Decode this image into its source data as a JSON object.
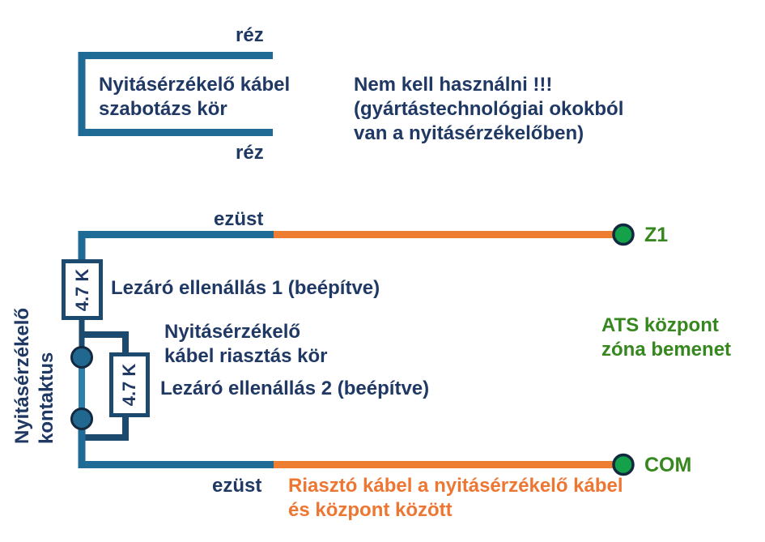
{
  "colors": {
    "navy_text": "#1F3864",
    "wire_teal": "#1F6B96",
    "wire_navy": "#1B4A6E",
    "contact_segment_light": "#2F7FAD",
    "wire_orange": "#ED7D31",
    "orange_text": "#ED7633",
    "terminal_green": "#13A24A",
    "green_text": "#35871E",
    "outline_dark": "#13293F"
  },
  "sabotage": {
    "wire_top_label": "réz",
    "wire_bottom_label": "réz",
    "loop_label": "Nyitásérzékelő kábel\nszabotázs kör",
    "note": "Nem kell használni !!!\n(gyártástechnológiai okokból\nvan a nyitásérzékelőben)"
  },
  "alarm": {
    "wire_top_label": "ezüst",
    "wire_bottom_label": "ezüst",
    "resistor1_value": "4.7 K",
    "resistor1_label": "Lezáró ellenállás 1 (beépítve)",
    "resistor2_value": "4.7 K",
    "resistor2_label": "Lezáró ellenállás 2 (beépítve)",
    "contact_label": "Nyitásérzékelő\nkontaktus",
    "loop_label": "Nyitásérzékelő\nkábel riasztás kör",
    "terminal_z1_label": "Z1",
    "terminal_com_label": "COM",
    "panel_label": "ATS központ\nzóna bemenet",
    "cable_note": "Riasztó kábel a nyitásérzékelő kábel\nés központ között"
  }
}
